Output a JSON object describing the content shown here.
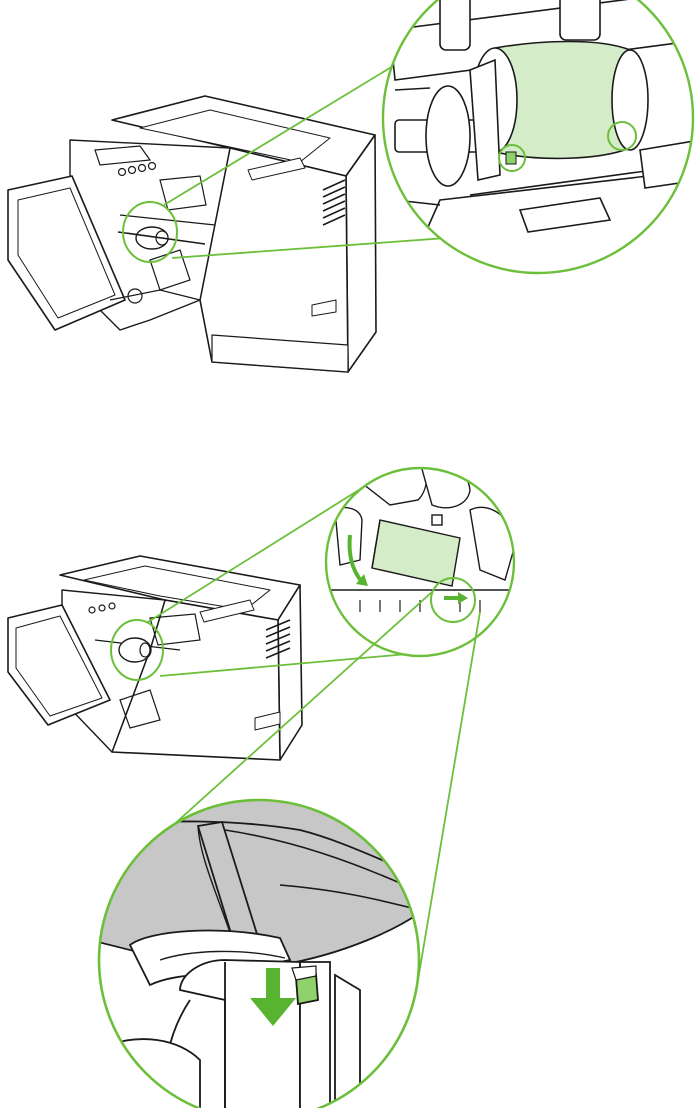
{
  "figure": {
    "steps": [
      {
        "id": "step-1",
        "subject": "pickup-roller-location"
      },
      {
        "id": "step-2",
        "subject": "release-pickup-roller-tabs"
      },
      {
        "id": "step-3",
        "subject": "push-tab-down"
      }
    ],
    "colors": {
      "callout_green": "#6cbf3a",
      "roller_fill": "#d4ecc7",
      "tab_fill": "#8fd16a",
      "arrow_green": "#58b330",
      "line": "#1a1a1a",
      "zoom_grey": "#c7c7c7",
      "paper": "#ffffff"
    },
    "icons": [
      "down-arrow-icon",
      "curved-arrow-icon",
      "right-arrow-icon"
    ]
  }
}
